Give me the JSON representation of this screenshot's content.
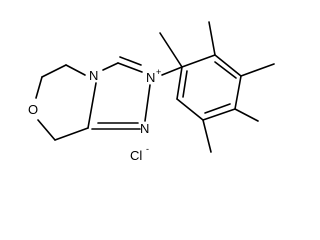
{
  "molecule": {
    "atoms": {
      "n_ring": "N",
      "n_plus": "N",
      "n_lower": "N",
      "oxygen": "O"
    },
    "charges": {
      "plus": "+",
      "minus": "-"
    },
    "counterion": "Cl"
  }
}
